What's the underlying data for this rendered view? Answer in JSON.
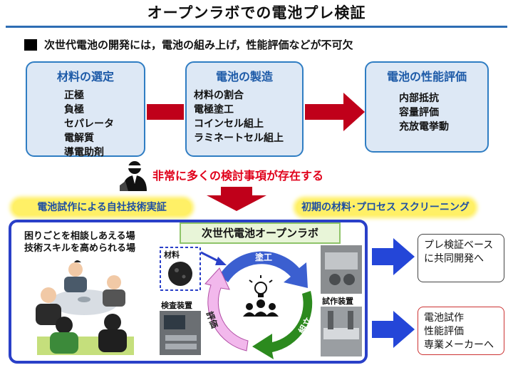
{
  "title": "オープンラボでの電池プレ検証",
  "lead": "次世代電池の開発には，電池の組み上げ，性能評価などが不可欠",
  "stages": [
    {
      "heading": "材料の選定",
      "items": [
        "正極",
        "負極",
        "セパレータ",
        "電解質",
        "導電助剤"
      ]
    },
    {
      "heading": "電池の製造",
      "items": [
        "材料の割合",
        "電極塗工",
        "コインセル組上",
        "ラミネートセル組上"
      ]
    },
    {
      "heading": "電池の性能評価",
      "items": [
        "内部抵抗",
        "容量評価",
        "充放電挙動"
      ]
    }
  ],
  "issue": "非常に多くの検討事項が存在する",
  "banners": {
    "left": "電池試作による自社技術実証",
    "right": "初期の材料･プロセス スクリーニング"
  },
  "lab": {
    "title": "次世代電池オープンラボ",
    "line1": "困りごとを相談しあえる場",
    "line2": "技術スキルを高められる場",
    "material_label": "材料",
    "inspection_label": "検査装置",
    "prototype_label": "試作装置",
    "cycle": {
      "coat": "塗工",
      "assemble": "組立",
      "evaluate": "評価"
    }
  },
  "results": {
    "r1": [
      "プレ検証ベース",
      "に共同開発へ"
    ],
    "r2": [
      "電池試作",
      "性能評価",
      "専業メーカーへ"
    ]
  },
  "colors": {
    "accent_blue": "#2f7dc3",
    "arrow_red": "#c0001a",
    "cycle_blue": "#3b5fd0",
    "cycle_green": "#2c8a1e",
    "cycle_pink": "#f2b8ec"
  }
}
